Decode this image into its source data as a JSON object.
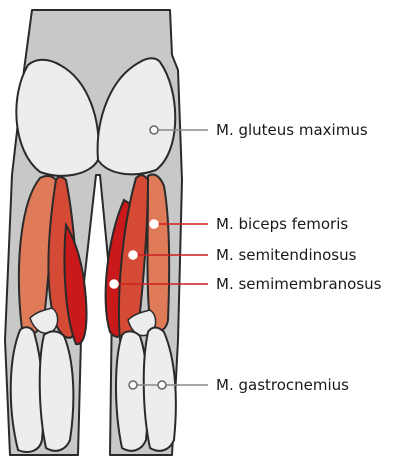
{
  "labels": {
    "gluteus": "M. gluteus maximus",
    "biceps": "M. biceps femoris",
    "semitendinosus": "M. semitendinosus",
    "semimembranosus": "M. semimembranosus",
    "gastrocnemius": "M. gastrocnemius"
  },
  "colors": {
    "skin": "#c8c8c8",
    "light_muscle": "#ededed",
    "outline": "#2a2a2a",
    "biceps_femoris": "#e07b5a",
    "semitendinosus": "#d44a35",
    "semimembranosus": "#c9191b",
    "leader_gray": "#8a8a8a",
    "leader_red": "#cc1f1f"
  }
}
